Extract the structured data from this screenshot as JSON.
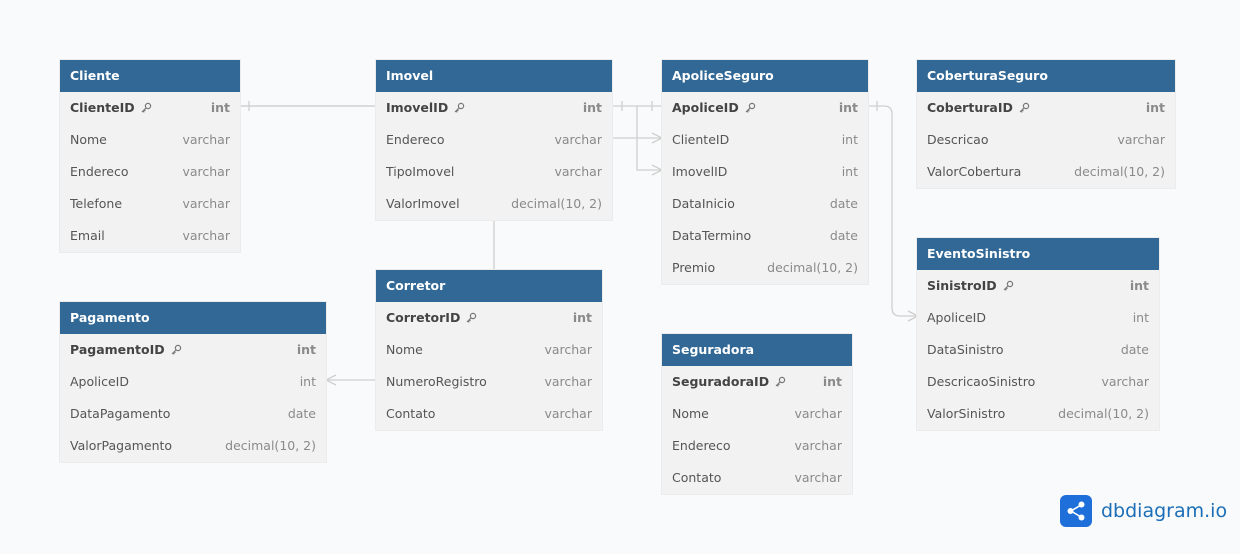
{
  "tables": [
    {
      "id": "cliente",
      "name": "Cliente",
      "fields": [
        {
          "name": "ClienteID",
          "type": "int",
          "pk": true
        },
        {
          "name": "Nome",
          "type": "varchar"
        },
        {
          "name": "Endereco",
          "type": "varchar"
        },
        {
          "name": "Telefone",
          "type": "varchar"
        },
        {
          "name": "Email",
          "type": "varchar"
        }
      ]
    },
    {
      "id": "imovel",
      "name": "Imovel",
      "fields": [
        {
          "name": "ImovelID",
          "type": "int",
          "pk": true
        },
        {
          "name": "Endereco",
          "type": "varchar"
        },
        {
          "name": "TipoImovel",
          "type": "varchar"
        },
        {
          "name": "ValorImovel",
          "type": "decimal(10, 2)"
        }
      ]
    },
    {
      "id": "apolice",
      "name": "ApoliceSeguro",
      "fields": [
        {
          "name": "ApoliceID",
          "type": "int",
          "pk": true
        },
        {
          "name": "ClienteID",
          "type": "int"
        },
        {
          "name": "ImovelID",
          "type": "int"
        },
        {
          "name": "DataInicio",
          "type": "date"
        },
        {
          "name": "DataTermino",
          "type": "date"
        },
        {
          "name": "Premio",
          "type": "decimal(10, 2)"
        }
      ]
    },
    {
      "id": "cobertura",
      "name": "CoberturaSeguro",
      "fields": [
        {
          "name": "CoberturaID",
          "type": "int",
          "pk": true
        },
        {
          "name": "Descricao",
          "type": "varchar"
        },
        {
          "name": "ValorCobertura",
          "type": "decimal(10, 2)"
        }
      ]
    },
    {
      "id": "evento",
      "name": "EventoSinistro",
      "fields": [
        {
          "name": "SinistroID",
          "type": "int",
          "pk": true
        },
        {
          "name": "ApoliceID",
          "type": "int"
        },
        {
          "name": "DataSinistro",
          "type": "date"
        },
        {
          "name": "DescricaoSinistro",
          "type": "varchar"
        },
        {
          "name": "ValorSinistro",
          "type": "decimal(10, 2)"
        }
      ]
    },
    {
      "id": "pagamento",
      "name": "Pagamento",
      "fields": [
        {
          "name": "PagamentoID",
          "type": "int",
          "pk": true
        },
        {
          "name": "ApoliceID",
          "type": "int"
        },
        {
          "name": "DataPagamento",
          "type": "date"
        },
        {
          "name": "ValorPagamento",
          "type": "decimal(10, 2)"
        }
      ]
    },
    {
      "id": "corretor",
      "name": "Corretor",
      "fields": [
        {
          "name": "CorretorID",
          "type": "int",
          "pk": true
        },
        {
          "name": "Nome",
          "type": "varchar"
        },
        {
          "name": "NumeroRegistro",
          "type": "varchar"
        },
        {
          "name": "Contato",
          "type": "varchar"
        }
      ]
    },
    {
      "id": "seguradora",
      "name": "Seguradora",
      "fields": [
        {
          "name": "SeguradoraID",
          "type": "int",
          "pk": true
        },
        {
          "name": "Nome",
          "type": "varchar"
        },
        {
          "name": "Endereco",
          "type": "varchar"
        },
        {
          "name": "Contato",
          "type": "varchar"
        }
      ]
    }
  ],
  "relationships": [
    {
      "from": "Cliente.ClienteID",
      "to": "ApoliceSeguro.ClienteID",
      "cardinality": "one-to-many"
    },
    {
      "from": "Imovel.ImovelID",
      "to": "ApoliceSeguro.ImovelID",
      "cardinality": "one-to-many"
    },
    {
      "from": "ApoliceSeguro.ApoliceID",
      "to": "EventoSinistro.ApoliceID",
      "cardinality": "one-to-many"
    },
    {
      "from": "Corretor.NumeroRegistro",
      "to": "Pagamento.ApoliceID",
      "cardinality": "one-to-many"
    },
    {
      "from": "Imovel",
      "to": "Corretor",
      "cardinality": "link"
    }
  ],
  "brand": {
    "name": "dbdiagram.io",
    "logo_icon": "share-nodes-icon"
  },
  "icons": {
    "primary_key": "key-icon"
  },
  "colors": {
    "header": "#316896",
    "body": "#f2f2f2",
    "edge": "#cfcfcf",
    "brand": "#1c6fb7"
  }
}
